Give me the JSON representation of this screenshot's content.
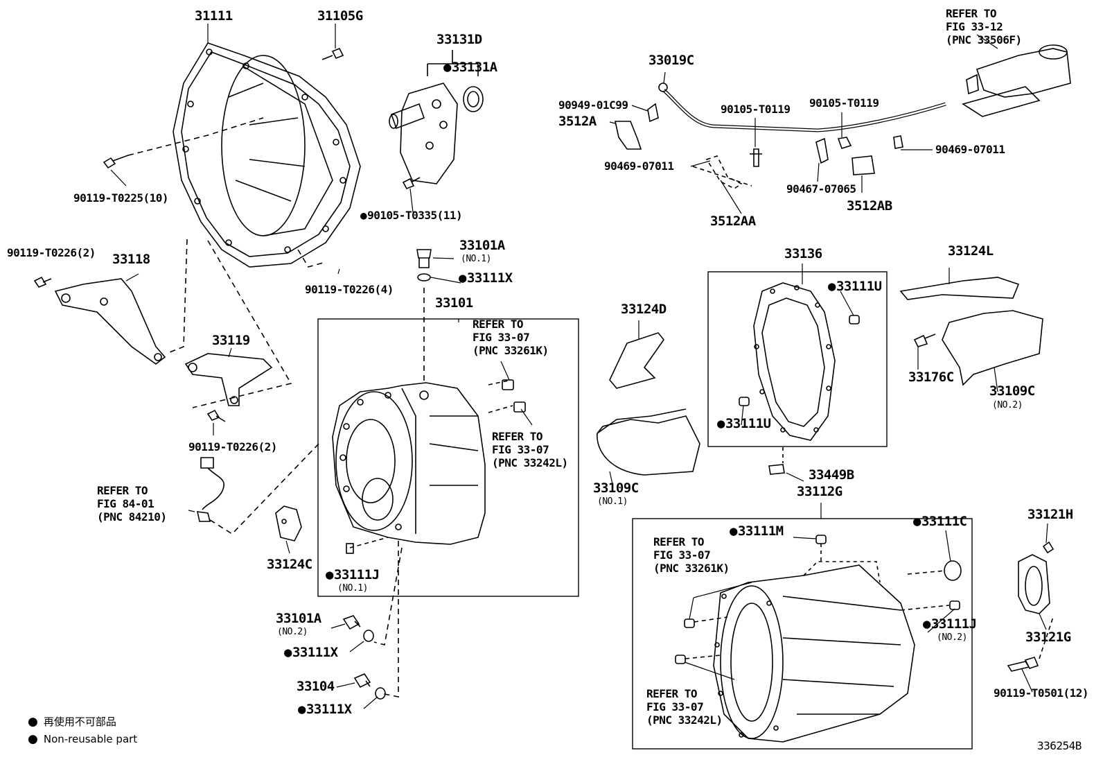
{
  "labels": {
    "p31111": "31111",
    "p31105G": "31105G",
    "p33131D": "33131D",
    "p33131A": "33131A",
    "p90119_T0225": "90119-T0225(10)",
    "p90105_T0335": "90105-T0335(11)",
    "p90119_T0226_2a": "90119-T0226(2)",
    "p33118": "33118",
    "p90119_T0226_4": "90119-T0226(4)",
    "p33119": "33119",
    "p90119_T0226_2b": "90119-T0226(2)",
    "p33101A_top": "33101A",
    "p33101A_top_sub": "(NO.1)",
    "p33111X_top": "33111X",
    "p33101": "33101",
    "refer_fig3307_a": [
      "REFER TO",
      "FIG 33-07",
      "(PNC 33261K)"
    ],
    "refer_fig3307_b": [
      "REFER TO",
      "FIG 33-07",
      "(PNC 33242L)"
    ],
    "refer_fig8401": [
      "REFER TO",
      "FIG 84-01",
      "(PNC 84210)"
    ],
    "p33124C": "33124C",
    "p33111J_left": "33111J",
    "p33111J_left_sub": "(NO.1)",
    "p33101A_bot": "33101A",
    "p33101A_bot_sub": "(NO.2)",
    "p33111X_mid": "33111X",
    "p33104": "33104",
    "p33111X_bot": "33111X",
    "p33019C": "33019C",
    "refer_fig3312": [
      "REFER TO",
      "FIG 33-12",
      "(PNC 33506F)"
    ],
    "p90949_01C99": "90949-01C99",
    "p3512A": "3512A",
    "p90105_T0119_a": "90105-T0119",
    "p90105_T0119_b": "90105-T0119",
    "p90469_07011_a": "90469-07011",
    "p90469_07011_b": "90469-07011",
    "p90467_07065": "90467-07065",
    "p3512AB": "3512AB",
    "p3512AA": "3512AA",
    "p33136": "33136",
    "p33124L": "33124L",
    "p33124D": "33124D",
    "p33111U_a": "33111U",
    "p33111U_b": "33111U",
    "p33176C": "33176C",
    "p33109C_no2": "33109C",
    "p33109C_no2_sub": "(NO.2)",
    "p33109C_no1": "33109C",
    "p33109C_no1_sub": "(NO.1)",
    "p33449B": "33449B",
    "p33112G": "33112G",
    "p33111M": "33111M",
    "p33111C": "33111C",
    "refer_fig3307_c": [
      "REFER TO",
      "FIG 33-07",
      "(PNC 33261K)"
    ],
    "refer_fig3307_d": [
      "REFER TO",
      "FIG 33-07",
      "(PNC 33242L)"
    ],
    "p33111J_right": "33111J",
    "p33111J_right_sub": "(NO.2)",
    "p33121H": "33121H",
    "p33121G": "33121G",
    "p90119_T0501": "90119-T0501(12)"
  },
  "legend": {
    "jp": "再使用不可部品",
    "en": "Non-reusable part"
  },
  "figure_id": "336254B"
}
